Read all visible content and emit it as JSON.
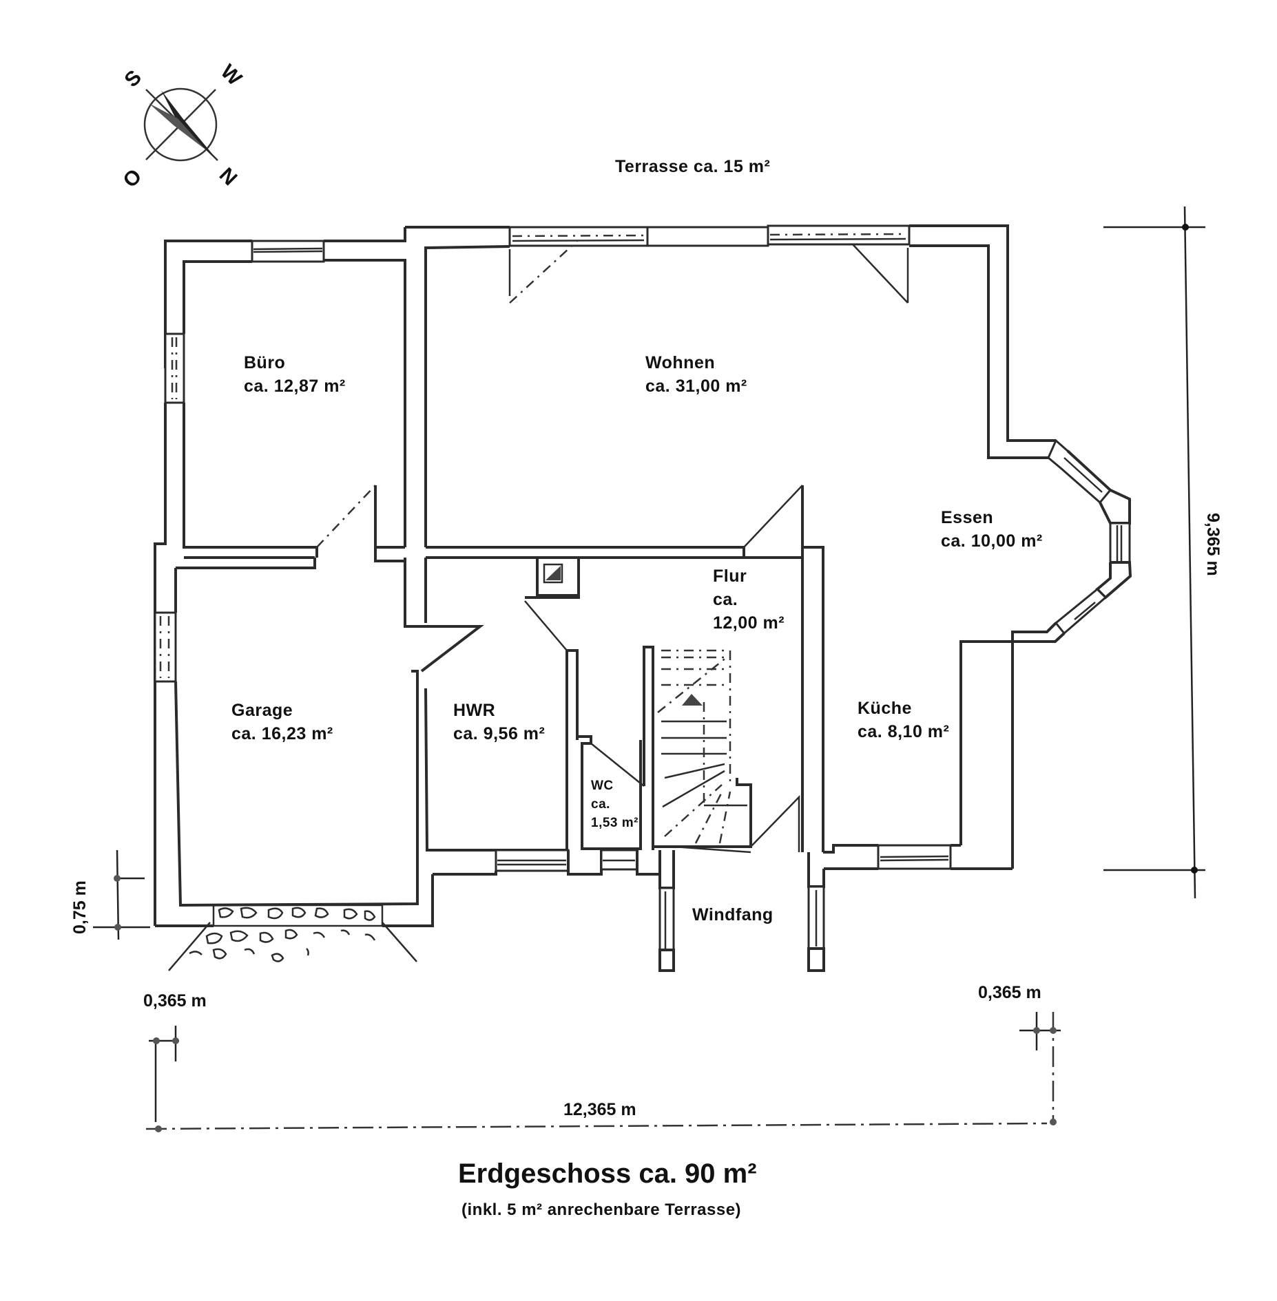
{
  "plan": {
    "title": "Erdgeschoss ca. 90 m²",
    "subtitle": "(inkl. 5 m² anrechenbare Terrasse)",
    "terrace_label": "Terrasse ca. 15 m²"
  },
  "compass": {
    "letters": {
      "top_left": "S",
      "top_right": "W",
      "bottom_left": "O",
      "bottom_right": "N"
    }
  },
  "rooms": [
    {
      "id": "buero",
      "name": "Büro",
      "area": "ca. 12,87 m²"
    },
    {
      "id": "wohnen",
      "name": "Wohnen",
      "area": "ca. 31,00 m²"
    },
    {
      "id": "essen",
      "name": "Essen",
      "area": "ca. 10,00 m²"
    },
    {
      "id": "flur",
      "name": "Flur",
      "area_line1": "ca.",
      "area_line2": "12,00 m²"
    },
    {
      "id": "garage",
      "name": "Garage",
      "area": "ca. 16,23 m²"
    },
    {
      "id": "hwr",
      "name": "HWR",
      "area": "ca. 9,56 m²"
    },
    {
      "id": "wc",
      "name": "WC",
      "area_line1": "ca.",
      "area_line2": "1,53 m²"
    },
    {
      "id": "kueche",
      "name": "Küche",
      "area": "ca. 8,10 m²"
    },
    {
      "id": "windfang",
      "name": "Windfang"
    }
  ],
  "dimensions": {
    "height": "9,365 m",
    "width": "12,365 m",
    "wall_left": "0,365 m",
    "wall_right": "0,365 m",
    "garage_offset": "0,75 m"
  }
}
